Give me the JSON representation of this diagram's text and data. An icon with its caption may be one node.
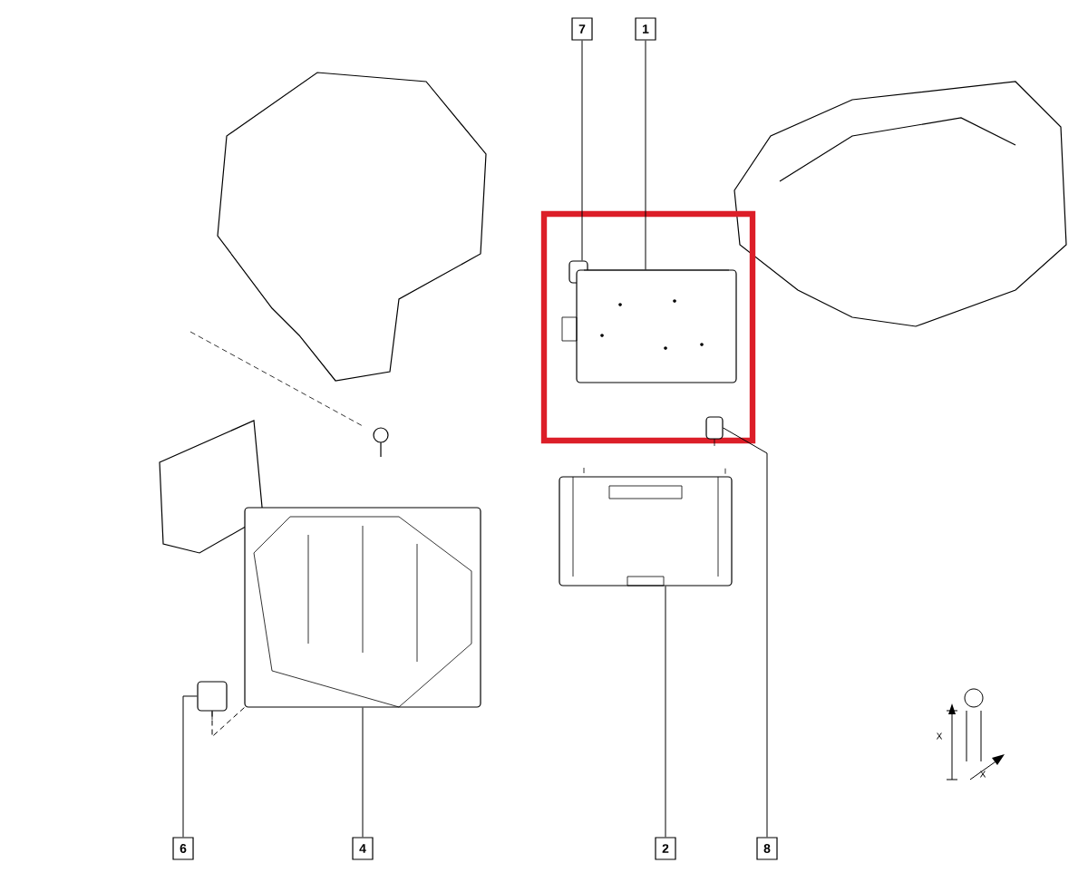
{
  "diagram": {
    "nodes": [
      {
        "text": [
          "7"
        ]
      },
      {
        "text": [
          "1"
        ]
      },
      {
        "text": [
          "6"
        ]
      },
      {
        "text": [
          "4"
        ]
      },
      {
        "text": [
          "2"
        ]
      },
      {
        "text": [
          "8"
        ]
      },
      {
        "text": [],
        "shape": "picture"
      },
      {
        "text": [],
        "shape": "picture"
      },
      {
        "text": [],
        "shape": "picture"
      },
      {
        "text": [],
        "shape": "picture"
      },
      {
        "text": [],
        "shape": "picture"
      },
      {
        "text": [],
        "shape": "picture"
      }
    ],
    "edges": [
      {
        "from": 0,
        "to": 6,
        "arrow": "none"
      },
      {
        "from": 1,
        "to": 7,
        "arrow": "none"
      },
      {
        "from": 2,
        "to": 8,
        "arrow": "none"
      },
      {
        "from": 3,
        "to": 9,
        "arrow": "none"
      },
      {
        "from": 4,
        "to": 10,
        "arrow": "none"
      },
      {
        "from": 5,
        "to": 11,
        "arrow": "none"
      },
      {
        "from": 8,
        "to": 9,
        "arrow": "none",
        "style": "dashed"
      }
    ],
    "labels": [
      "X",
      "X"
    ]
  }
}
